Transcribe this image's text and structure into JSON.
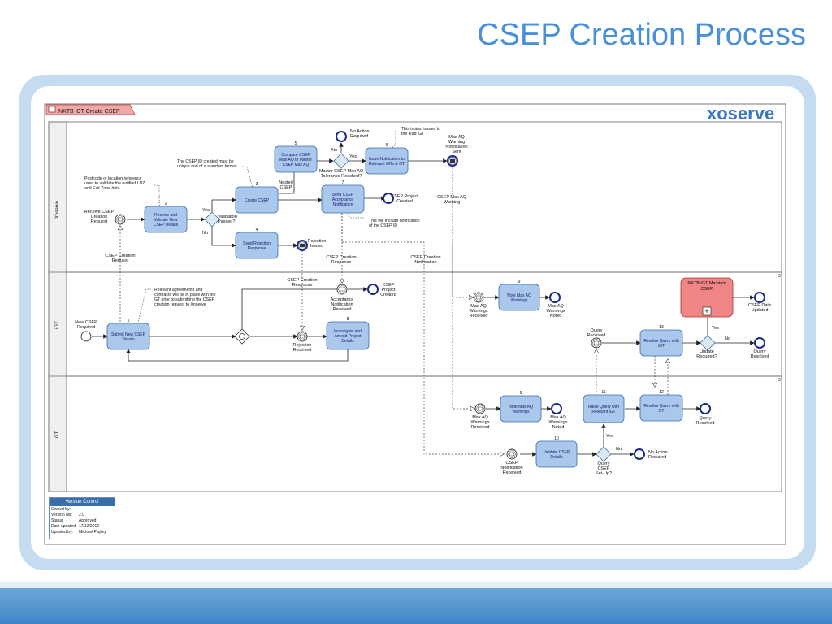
{
  "page_title": "CSEP Creation Process",
  "process_tab": "NXTB iGT Create CSEP",
  "logo": {
    "text": "xoserve",
    "color": "#3a77c2"
  },
  "lanes": [
    "Xoserve",
    "iGT",
    "GT"
  ],
  "lane_numbers": [
    "3",
    "3"
  ],
  "tasks": {
    "receive_validate": {
      "num": "2",
      "lines": [
        "Receive and",
        "Validate New",
        "CSEP Details"
      ]
    },
    "create_csep": {
      "num": "3",
      "lines": [
        "Create CSEP"
      ]
    },
    "send_rejection": {
      "num": "4",
      "lines": [
        "Send Rejection",
        "Response"
      ]
    },
    "compare_csep": {
      "num": "5",
      "lines": [
        "Compare CSEP",
        "Max AQ to Master",
        "CSEP Max AQ"
      ]
    },
    "issue_notification": {
      "num": "6",
      "lines": [
        "Issue Notification to",
        "Relevant iGTs & GT"
      ]
    },
    "send_acceptance": {
      "num": "7",
      "lines": [
        "Send CSEP",
        "Acceptance",
        "Notification"
      ]
    },
    "submit_new_csep": {
      "num": "1",
      "lines": [
        "Submit New CSEP",
        "Details"
      ]
    },
    "investigate_amend": {
      "num": "8",
      "lines": [
        "Investigate and",
        "Amend Project",
        "Details"
      ]
    },
    "note_max_aq_igt": {
      "num": "9",
      "lines": [
        "Note Max AQ",
        "Warnings"
      ]
    },
    "note_max_aq_gt": {
      "num": "9",
      "lines": [
        "Note Max AQ",
        "Warnings"
      ]
    },
    "validate_csep": {
      "num": "10",
      "lines": [
        "Validate CSEP",
        "Details"
      ]
    },
    "raise_query": {
      "num": "11",
      "lines": [
        "Raise Query with",
        "Relevant iGT"
      ]
    },
    "resolve_query_gt": {
      "num": "12",
      "lines": [
        "Resolve Query with",
        "GT"
      ]
    },
    "resolve_query_igt": {
      "num": "13",
      "lines": [
        "Resolve Query with",
        "iGT"
      ]
    },
    "maintain_csep": {
      "lines": [
        "NXTB iGT Maintain",
        "CSEP"
      ]
    }
  },
  "gateways": {
    "validation_passed": [
      "Validation",
      "Passed?"
    ],
    "tolerance": [
      "Master CSEP Max AQ",
      "Tolerance Reached?"
    ],
    "update_required": [
      "Update",
      "Required?"
    ],
    "query_setup": [
      "Query",
      "CSEP",
      "Set-Up?"
    ]
  },
  "events": {
    "receive_request": [
      "Receive CSEP",
      "Creation",
      "Request"
    ],
    "rejection_issued": [
      "Rejection",
      "Issued"
    ],
    "no_action_top": [
      "No Action",
      "Required"
    ],
    "max_aq_sent": [
      "Max AQ",
      "Warning",
      "Notification",
      "Sent"
    ],
    "project_created_top": [
      "CSEP Project",
      "Created"
    ],
    "new_csep_required": [
      "New CSEP",
      "Required"
    ],
    "acceptance_received": [
      "Acceptance",
      "Notification",
      "Received"
    ],
    "project_created_igt": [
      "CSEP",
      "Project",
      "Created"
    ],
    "rejection_received": [
      "Rejection",
      "Received"
    ],
    "max_aq_received_igt": [
      "Max AQ",
      "Warnings",
      "Received"
    ],
    "max_aq_noted_igt": [
      "Max AQ",
      "Warnings",
      "Noted"
    ],
    "query_received": [
      "Query",
      "Received"
    ],
    "csep_data_updated": [
      "CSEP Data",
      "Updated"
    ],
    "query_resolved_igt": [
      "Query",
      "Resolved"
    ],
    "max_aq_received_gt": [
      "Max AQ",
      "Warnings",
      "Received"
    ],
    "max_aq_noted_gt": [
      "Max AQ",
      "Warnings",
      "Noted"
    ],
    "query_resolved_gt": [
      "Query",
      "Resolved"
    ],
    "notification_received_gt": [
      "CSEP",
      "Notification",
      "Received"
    ],
    "no_action_gt": [
      "No Action",
      "Required"
    ]
  },
  "flow_labels": {
    "yes": "Yes",
    "no": "No",
    "nested": [
      "Nested",
      "CSEP"
    ]
  },
  "messages": {
    "creation_request": [
      "CSEP Creation",
      "Request"
    ],
    "creation_response_top": [
      "CSEP Creation",
      "Response"
    ],
    "creation_response_igt": [
      "CSEP Creation",
      "Response"
    ],
    "creation_notification": [
      "CSEP Creation",
      "Notification"
    ],
    "max_aq_warning": [
      "CSEP Max AQ",
      "Warning"
    ]
  },
  "annotations": {
    "postcode": [
      "Postcode or location reference",
      "used to validate the notified LDZ",
      "and Exit Zone data"
    ],
    "csep_id": [
      "The CSEP ID created must be",
      "unique and of a standard format"
    ],
    "lead_igt": [
      "This is also issued to",
      "the lead iGT"
    ],
    "include_id": [
      "This will include notification",
      "of the CSEP ID"
    ],
    "agreements": [
      "Relevant agreements and",
      "contracts will be in place with the",
      "GT prior to submitting the CSEP",
      "creation request to Xoserve"
    ]
  },
  "version_control": {
    "title": "Version Control",
    "rows": [
      {
        "label": "Owned by:",
        "value": ""
      },
      {
        "label": "Version No:",
        "value": "2.0"
      },
      {
        "label": "Status:",
        "value": "Approved"
      },
      {
        "label": "Date updated:",
        "value": "17/12/2012"
      },
      {
        "label": "Updated by:",
        "value": "Michael Payley"
      }
    ]
  },
  "colors": {
    "task_fill": "#a9c8ec",
    "task_stroke": "#3a6ea8",
    "subprocess_fill": "#f08585",
    "title": "#4a90d9",
    "frame": "#c5dcf0"
  }
}
